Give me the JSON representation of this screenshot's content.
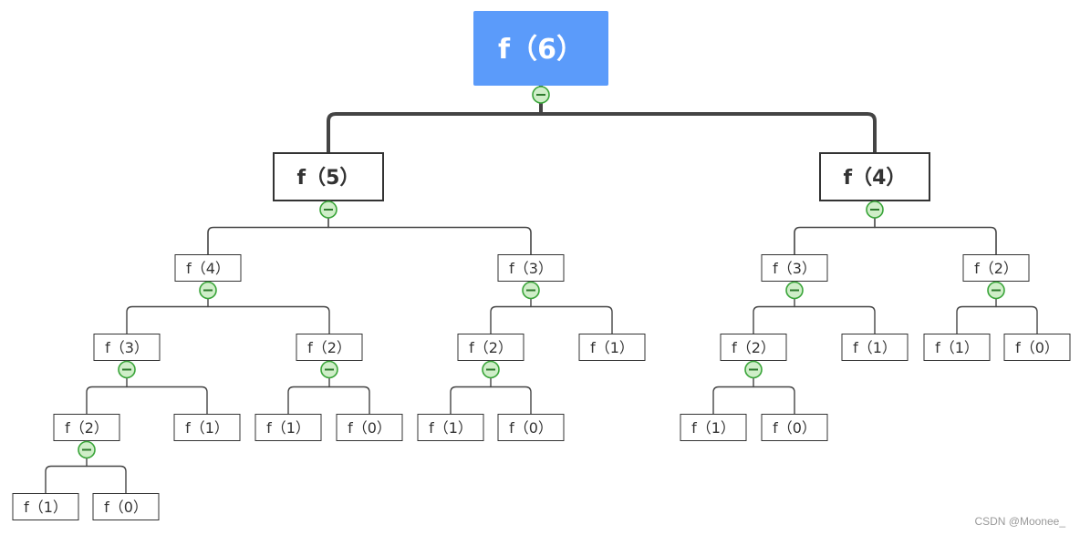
{
  "colors": {
    "root_fill": "#5b9bfa",
    "root_text": "#ffffff",
    "node_border": "#333333",
    "line": "#444444",
    "collapse_fill": "#cfeec8",
    "collapse_stroke": "#3aa53a"
  },
  "tree": {
    "label": "f（6）",
    "collapsible": true,
    "children": [
      {
        "label": "f（5）",
        "collapsible": true,
        "children": [
          {
            "label": "f（4）",
            "collapsible": true,
            "children": [
              {
                "label": "f（3）",
                "collapsible": true,
                "children": [
                  {
                    "label": "f（2）",
                    "collapsible": true,
                    "children": [
                      {
                        "label": "f（1）"
                      },
                      {
                        "label": "f（0）"
                      }
                    ]
                  },
                  {
                    "label": "f（1）"
                  }
                ]
              },
              {
                "label": "f（2）",
                "collapsible": true,
                "children": [
                  {
                    "label": "f（1）"
                  },
                  {
                    "label": "f（0）"
                  }
                ]
              }
            ]
          },
          {
            "label": "f（3）",
            "collapsible": true,
            "children": [
              {
                "label": "f（2）",
                "collapsible": true,
                "children": [
                  {
                    "label": "f（1）"
                  },
                  {
                    "label": "f（0）"
                  }
                ]
              },
              {
                "label": "f（1）"
              }
            ]
          }
        ]
      },
      {
        "label": "f（4）",
        "collapsible": true,
        "children": [
          {
            "label": "f（3）",
            "collapsible": true,
            "children": [
              {
                "label": "f（2）",
                "collapsible": true,
                "children": [
                  {
                    "label": "f（1）"
                  },
                  {
                    "label": "f（0）"
                  }
                ]
              },
              {
                "label": "f（1）"
              }
            ]
          },
          {
            "label": "f（2）",
            "collapsible": true,
            "children": [
              {
                "label": "f（1）"
              },
              {
                "label": "f（0）"
              }
            ]
          }
        ]
      }
    ]
  },
  "watermark": "CSDN @Moonee_"
}
